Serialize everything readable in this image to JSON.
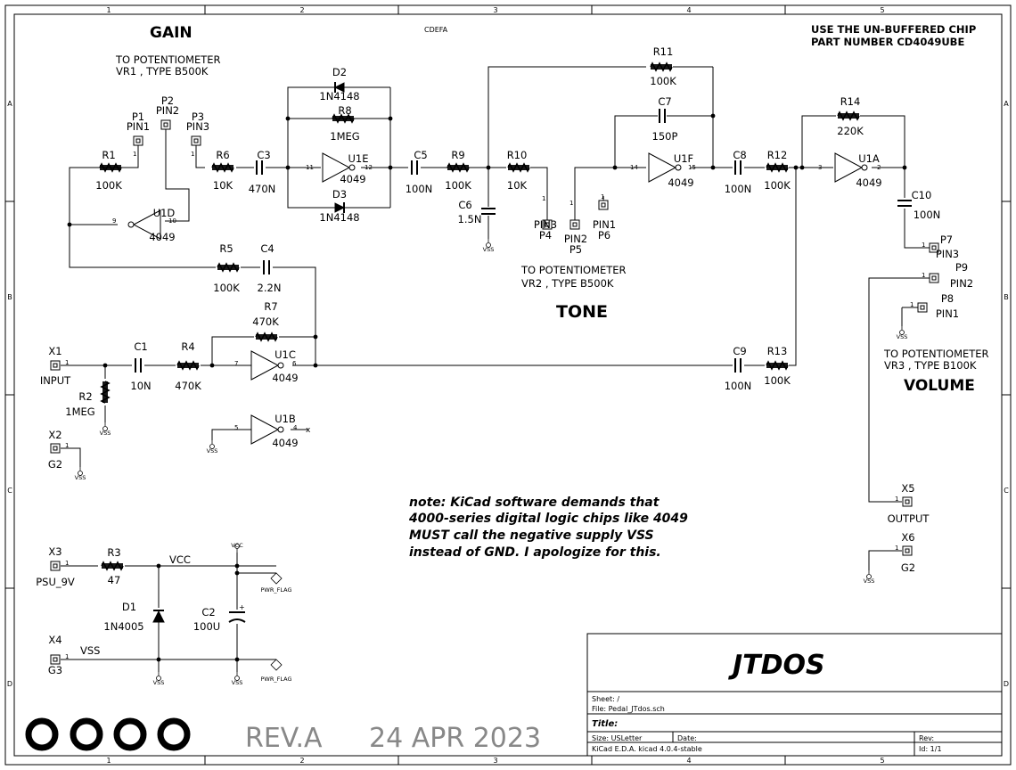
{
  "frame": {
    "columns": [
      "1",
      "2",
      "3",
      "4",
      "5"
    ],
    "rows": [
      "A",
      "B",
      "C",
      "D"
    ]
  },
  "headings": {
    "gain": "GAIN",
    "tone": "TONE",
    "volume": "VOLUME",
    "top_code": "CDEFA"
  },
  "notes": {
    "chip_line1": "USE THE UN-BUFFERED CHIP",
    "chip_line2": "PART NUMBER CD4049UBE",
    "pot1_line1": "TO POTENTIOMETER",
    "pot1_line2": "VR1 , TYPE B500K",
    "pot2_line1": "TO POTENTIOMETER",
    "pot2_line2": "VR2 , TYPE B500K",
    "pot3_line1": "TO POTENTIOMETER",
    "pot3_line2": "VR3 , TYPE B100K",
    "kicad_line1": "note: KiCad software demands that",
    "kicad_line2": "4000-series digital logic chips like 4049",
    "kicad_line3": "MUST call the negative supply VSS",
    "kicad_line4": "instead of GND.  I apologize for this."
  },
  "components": {
    "R1": {
      "ref": "R1",
      "value": "100K"
    },
    "R2": {
      "ref": "R2",
      "value": "1MEG"
    },
    "R3": {
      "ref": "R3",
      "value": "47"
    },
    "R4": {
      "ref": "R4",
      "value": "470K"
    },
    "R5": {
      "ref": "R5",
      "value": "100K"
    },
    "R6": {
      "ref": "R6",
      "value": "10K"
    },
    "R7": {
      "ref": "R7",
      "value": "470K"
    },
    "R8": {
      "ref": "R8",
      "value": "1MEG"
    },
    "R9": {
      "ref": "R9",
      "value": "100K"
    },
    "R10": {
      "ref": "R10",
      "value": "10K"
    },
    "R11": {
      "ref": "R11",
      "value": "100K"
    },
    "R12": {
      "ref": "R12",
      "value": "100K"
    },
    "R13": {
      "ref": "R13",
      "value": "100K"
    },
    "R14": {
      "ref": "R14",
      "value": "220K"
    },
    "C1": {
      "ref": "C1",
      "value": "10N"
    },
    "C2": {
      "ref": "C2",
      "value": "100U"
    },
    "C3": {
      "ref": "C3",
      "value": "470N"
    },
    "C4": {
      "ref": "C4",
      "value": "2.2N"
    },
    "C5": {
      "ref": "C5",
      "value": "100N"
    },
    "C6": {
      "ref": "C6",
      "value": "1.5N"
    },
    "C7": {
      "ref": "C7",
      "value": "150P"
    },
    "C8": {
      "ref": "C8",
      "value": "100N"
    },
    "C9": {
      "ref": "C9",
      "value": "100N"
    },
    "C10": {
      "ref": "C10",
      "value": "100N"
    },
    "D1": {
      "ref": "D1",
      "value": "1N4005"
    },
    "D2": {
      "ref": "D2",
      "value": "1N4148"
    },
    "D3": {
      "ref": "D3",
      "value": "1N4148"
    },
    "U1A": {
      "ref": "U1A",
      "value": "4049",
      "pin_in": "3",
      "pin_out": "2"
    },
    "U1B": {
      "ref": "U1B",
      "value": "4049",
      "pin_in": "5",
      "pin_out": "4"
    },
    "U1C": {
      "ref": "U1C",
      "value": "4049",
      "pin_in": "7",
      "pin_out": "6"
    },
    "U1D": {
      "ref": "U1D",
      "value": "4049",
      "pin_in": "9",
      "pin_out": "10"
    },
    "U1E": {
      "ref": "U1E",
      "value": "4049",
      "pin_in": "11",
      "pin_out": "12"
    },
    "U1F": {
      "ref": "U1F",
      "value": "4049",
      "pin_in": "14",
      "pin_out": "15"
    }
  },
  "connectors": {
    "P1": {
      "ref": "P1",
      "name": "PIN1"
    },
    "P2": {
      "ref": "P2",
      "name": "PIN2"
    },
    "P3": {
      "ref": "P3",
      "name": "PIN3"
    },
    "P4": {
      "ref": "P4",
      "name": "PIN3"
    },
    "P5": {
      "ref": "P5",
      "name": "PIN2"
    },
    "P6": {
      "ref": "P6",
      "name": "PIN1"
    },
    "P7": {
      "ref": "P7",
      "name": "PIN3"
    },
    "P8": {
      "ref": "P8",
      "name": "PIN1"
    },
    "P9": {
      "ref": "P9",
      "name": "PIN2"
    },
    "X1": {
      "ref": "X1",
      "name": "INPUT"
    },
    "X2": {
      "ref": "X2",
      "name": "G2"
    },
    "X3": {
      "ref": "X3",
      "name": "PSU_9V"
    },
    "X4": {
      "ref": "X4",
      "name": "G3"
    },
    "X5": {
      "ref": "X5",
      "name": "OUTPUT"
    },
    "X6": {
      "ref": "X6",
      "name": "G2"
    }
  },
  "nets": {
    "vss": "VSS",
    "vcc": "VCC",
    "pwr_flag": "PWR_FLAG",
    "pin_one": "1",
    "no_connect": "x"
  },
  "revision": "REV.A",
  "date": "24 APR 2023",
  "title_block": {
    "project": "JTDOS",
    "sheet": "Sheet: /",
    "file": "File: Pedal_JTdos.sch",
    "title": "Title:",
    "size": "Size: USLetter",
    "date_label": "Date:",
    "rev_label": "Rev:",
    "tool": "KiCad E.D.A.  kicad 4.0.4-stable",
    "id": "Id: 1/1"
  }
}
